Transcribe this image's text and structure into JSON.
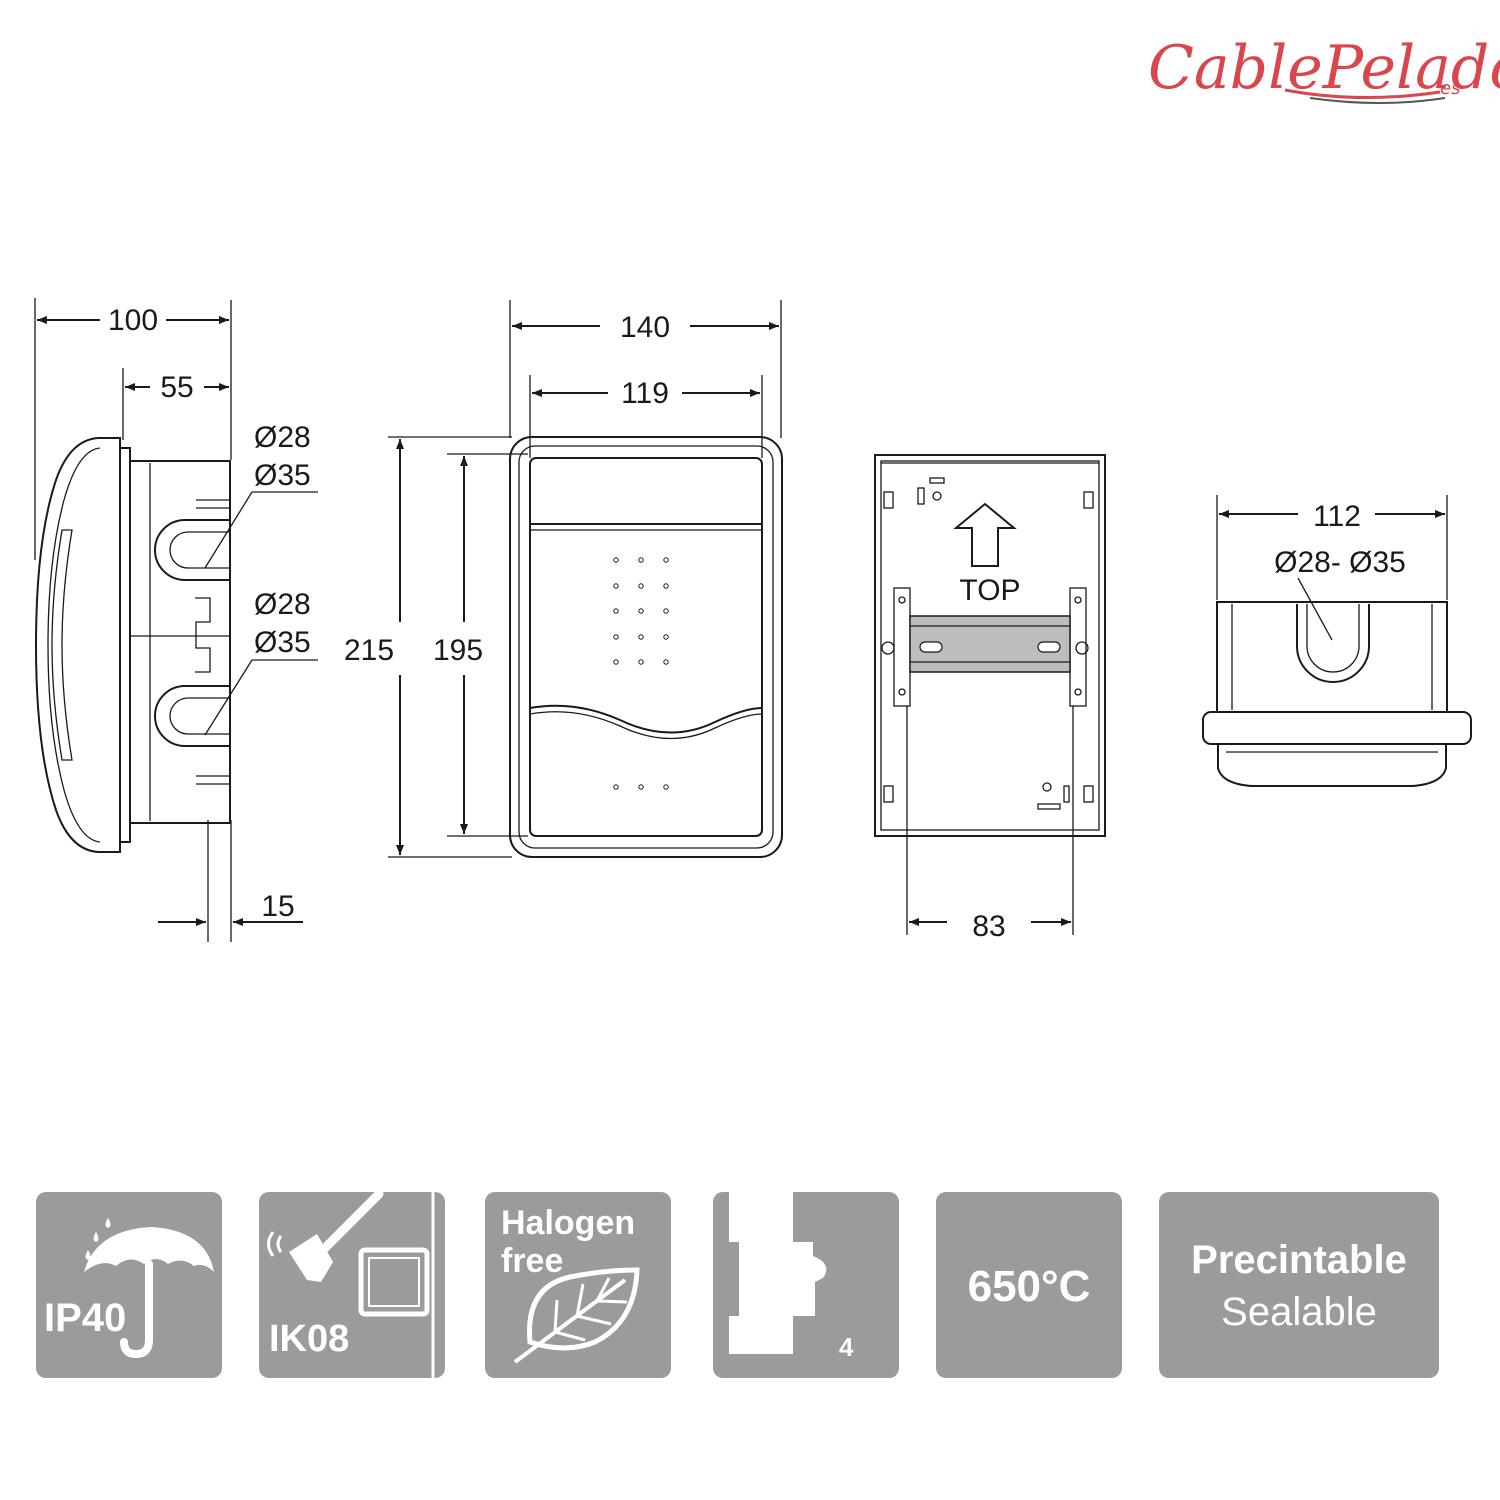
{
  "brand": {
    "logo_text": "CablePelado",
    "logo_suffix": "es",
    "color": "#d9474d"
  },
  "side_view": {
    "dim_total_depth": "100",
    "dim_body_depth": "55",
    "dim_flange": "15",
    "knockout_top_1": "Ø28",
    "knockout_top_2": "Ø35",
    "knockout_bottom_1": "Ø28",
    "knockout_bottom_2": "Ø35"
  },
  "front_view": {
    "dim_outer_width": "140",
    "dim_inner_width": "119",
    "dim_outer_height": "215",
    "dim_inner_height": "195"
  },
  "back_view": {
    "top_label": "TOP",
    "dim_rail_spacing": "83"
  },
  "top_view": {
    "dim_width": "112",
    "knockout_label": "Ø28- Ø35"
  },
  "badges": [
    {
      "id": "ip",
      "label": "IP40",
      "icon": "umbrella-rain-icon"
    },
    {
      "id": "ik",
      "label": "IK08",
      "icon": "hammer-impact-icon"
    },
    {
      "id": "halogen",
      "line1": "Halogen",
      "line2": "free",
      "icon": "leaf-icon"
    },
    {
      "id": "modules",
      "label": "4",
      "icon": "din-module-icon"
    },
    {
      "id": "temp",
      "label": "650°C"
    },
    {
      "id": "sealable",
      "line1": "Precintable",
      "line2": "Sealable"
    }
  ],
  "colors": {
    "badge_bg": "#9b9b9b",
    "line": "#1a1a1a",
    "rail": "#bdbdbd"
  }
}
